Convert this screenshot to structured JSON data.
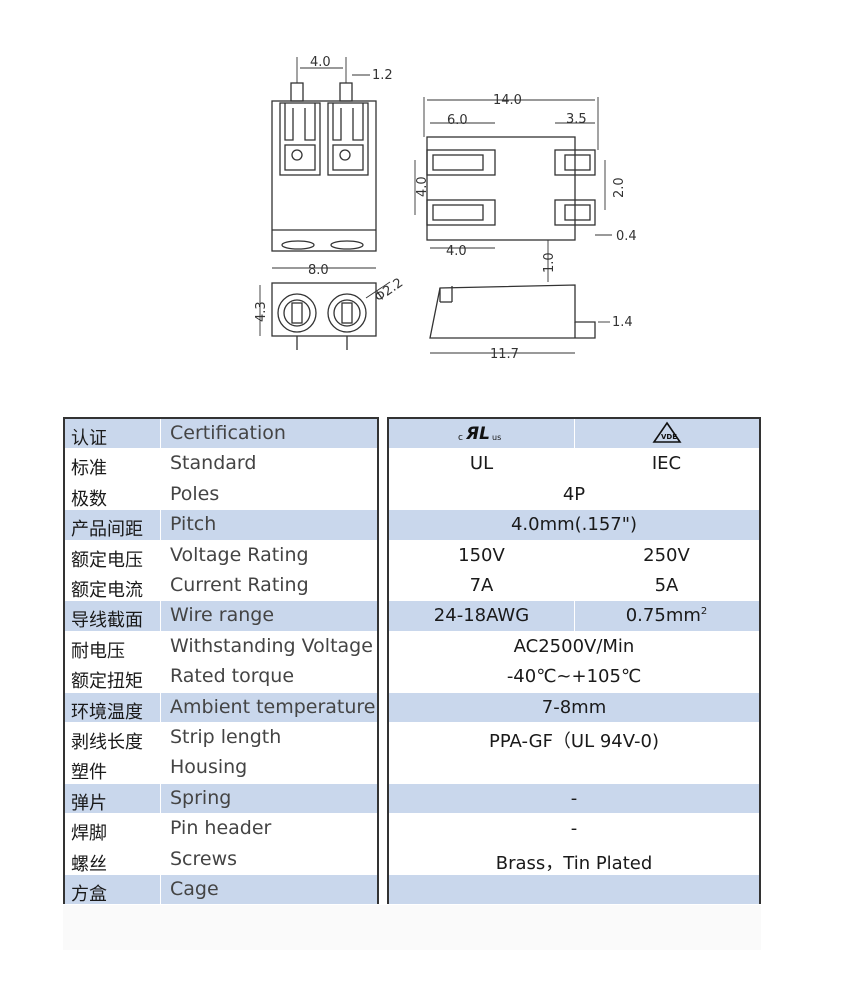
{
  "drawing": {
    "dims": {
      "d4_0_top": "4.0",
      "d1_2": "1.2",
      "d14_0": "14.0",
      "d6_0": "6.0",
      "d3_5": "3.5",
      "d4_0_side": "4.0",
      "d2_0": "2.0",
      "d0_4": "0.4",
      "d4_0_bottom": "4.0",
      "d1_0": "1.0",
      "d8_0": "8.0",
      "d4_3": "4.3",
      "phi2_2": "Φ2.2",
      "d1_4": "1.4",
      "d11_7": "11.7"
    }
  },
  "table": {
    "rows": [
      {
        "cn": "认证",
        "en": "Certification",
        "right": {
          "type": "icons",
          "left": "c UL us",
          "right": "VDE"
        },
        "shade": "blue"
      },
      {
        "cn": "标准",
        "en": "Standard",
        "right": {
          "type": "split",
          "left": "UL",
          "right": "IEC"
        },
        "shade": "white"
      },
      {
        "cn": "极数",
        "en": "Poles",
        "right": {
          "type": "full",
          "value": "4P"
        },
        "shade": "white"
      },
      {
        "cn": "产品间距",
        "en": "Pitch",
        "right": {
          "type": "full",
          "value": "4.0mm(.157\")"
        },
        "shade": "blue"
      },
      {
        "cn": "额定电压",
        "en": "Voltage Rating",
        "right": {
          "type": "split",
          "left": "150V",
          "right": "250V"
        },
        "shade": "white"
      },
      {
        "cn": "额定电流",
        "en": "Current Rating",
        "right": {
          "type": "split",
          "left": "7A",
          "right": "5A"
        },
        "shade": "white"
      },
      {
        "cn": "导线截面",
        "en": "Wire range",
        "right": {
          "type": "split",
          "left": "24-18AWG",
          "right": "0.75mm",
          "right_sup": "2"
        },
        "shade": "blue"
      },
      {
        "cn": "耐电压",
        "en": "Withstanding Voltage",
        "right": {
          "type": "full",
          "value": "AC2500V/Min"
        },
        "shade": "white"
      },
      {
        "cn": "额定扭矩",
        "en": "Rated torque",
        "right": {
          "type": "full",
          "value": "-40℃~+105℃"
        },
        "shade": "white"
      },
      {
        "cn": "环境温度",
        "en": "Ambient temperature",
        "right": {
          "type": "full",
          "value": "7-8mm"
        },
        "shade": "blue"
      },
      {
        "cn": "剥线长度",
        "en": "Strip length",
        "right": {
          "type": "full",
          "value": "PPA-GF（UL 94V-0)"
        },
        "shade": "white"
      },
      {
        "cn": "塑件",
        "en": "Housing",
        "right": {
          "type": "full",
          "value": ""
        },
        "shade": "white"
      },
      {
        "cn": "弹片",
        "en": "Spring",
        "right": {
          "type": "full",
          "value": "-"
        },
        "shade": "blue"
      },
      {
        "cn": "焊脚",
        "en": "Pin header",
        "right": {
          "type": "full",
          "value": "-"
        },
        "shade": "white"
      },
      {
        "cn": "螺丝",
        "en": "Screws",
        "right": {
          "type": "full",
          "value": "Brass，Tin Plated"
        },
        "shade": "white"
      },
      {
        "cn": "方盒",
        "en": "Cage",
        "right": {
          "type": "full",
          "value": ""
        },
        "shade": "blue"
      }
    ]
  },
  "colors": {
    "row_blue": "#c9d7ec",
    "border": "#333333"
  }
}
